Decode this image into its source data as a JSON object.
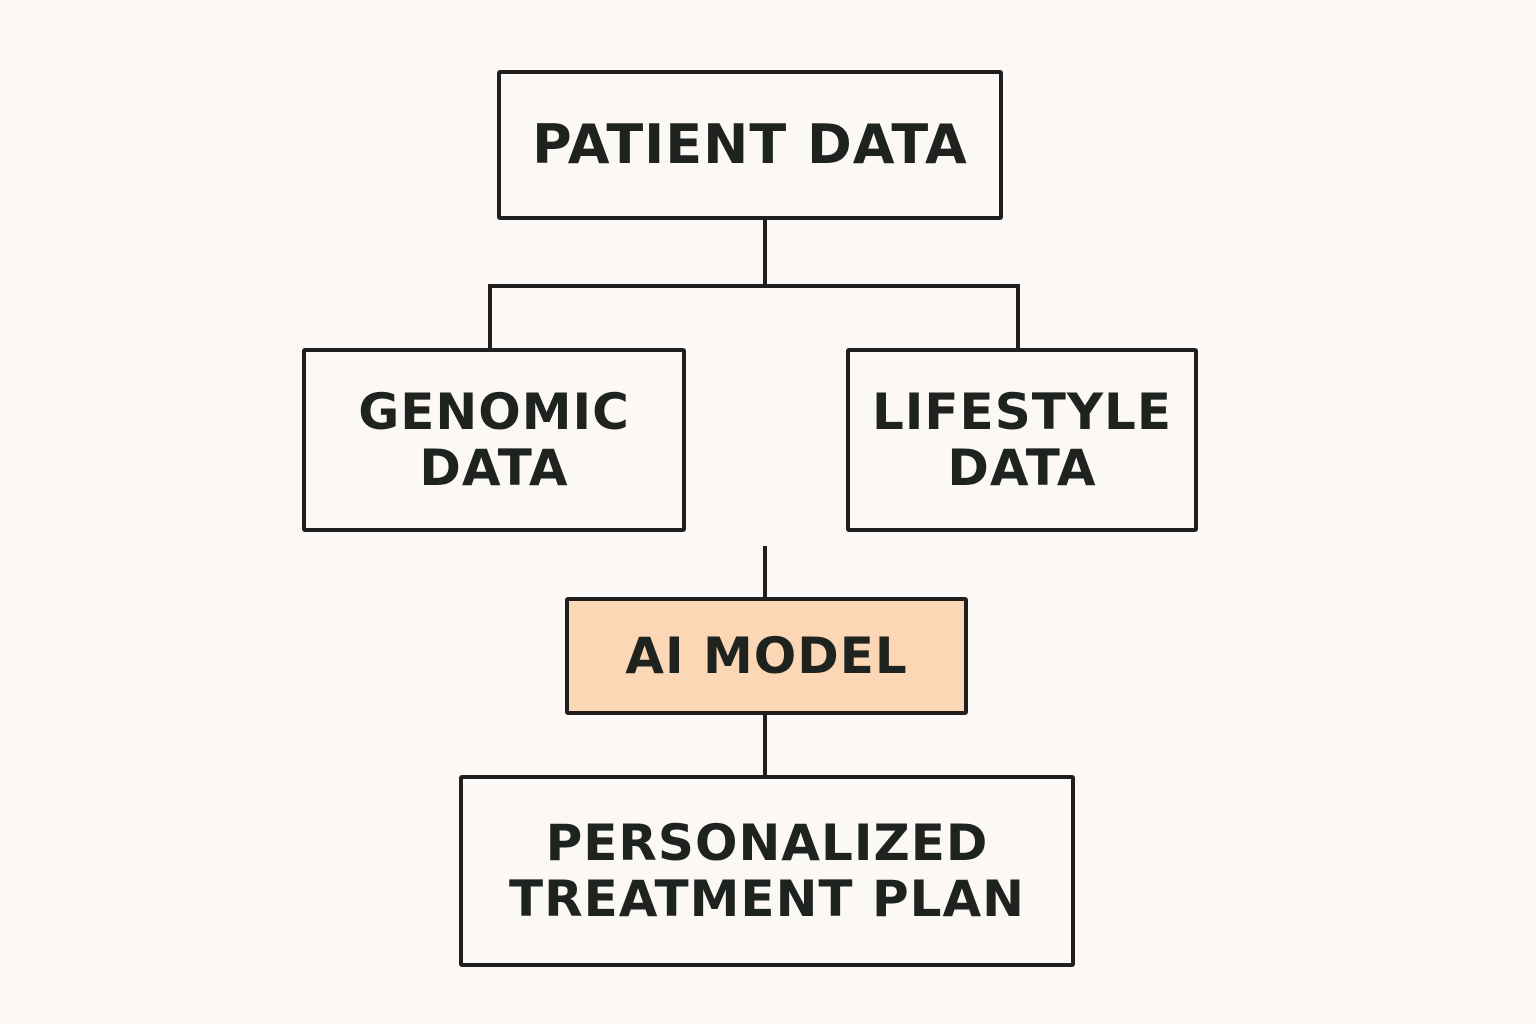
{
  "diagram": {
    "nodes": {
      "patient": {
        "label": "PATIENT DATA"
      },
      "genomic": {
        "line1": "GENOMIC",
        "line2": "DATA"
      },
      "lifestyle": {
        "line1": "LIFESTYLE",
        "line2": "DATA"
      },
      "ai_model": {
        "label": "AI MODEL",
        "fill": "#fbd7b5"
      },
      "treatment": {
        "line1": "PERSONALIZED",
        "line2": "TREATMENT PLAN"
      }
    },
    "line_color": "#1f1f1f",
    "background": "#fbf8f5"
  }
}
